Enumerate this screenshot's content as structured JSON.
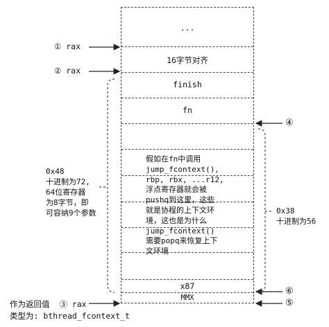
{
  "stack": {
    "cells": {
      "ellipsis": "...",
      "align16": "16字节对齐",
      "finish": "finish",
      "fn": "fn",
      "x87": "x87",
      "mmx": "MMX"
    },
    "note_lines": [
      "假如在fn中调用",
      "jump_fcontext(),",
      "rbp, rbx, ...r12,",
      "浮点寄存器就会被",
      "pushq到这里，这些",
      "就是协程的上下文环",
      "境，这也是为什么",
      "jump_fcontext()",
      "需要popq来恢复上下",
      "文环境"
    ]
  },
  "labels": {
    "rax1": "① rax",
    "rax2": "② rax",
    "marker4": "④",
    "marker6": "⑥",
    "marker5": "⑤",
    "return_line1": "作为返回值  ③ rax",
    "return_line2": "类型为: bthread_fcontext_t"
  },
  "brace_left": [
    "0x48",
    "十进制为72,",
    "64位寄存器",
    "为8字节，即",
    "可容纳9个参数"
  ],
  "brace_right": [
    "0x38",
    "十进制为56"
  ],
  "colors": {
    "line": "#444444",
    "text": "#111111"
  }
}
